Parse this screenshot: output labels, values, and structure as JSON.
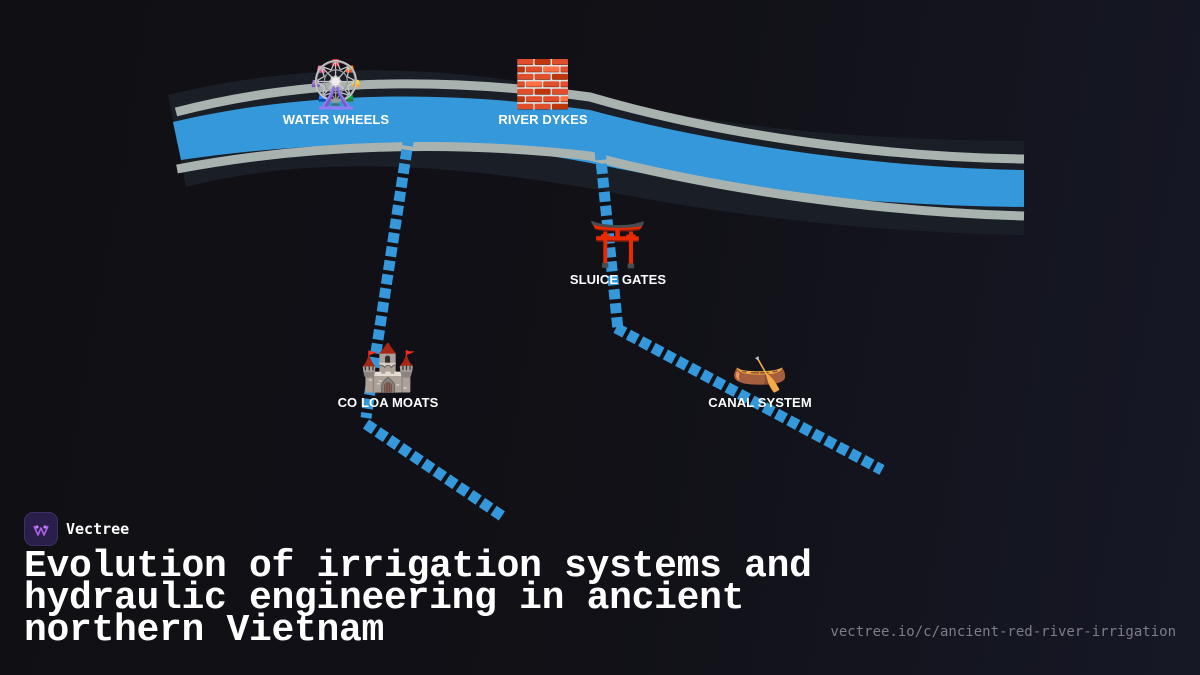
{
  "diagram": {
    "colors": {
      "river": "#3498db",
      "bank": "#a8b3b0",
      "channel": "#3498db",
      "background": "#0f0f14"
    },
    "nodes": [
      {
        "label": "WATER WHEELS",
        "icon": "🎡",
        "icon_name": "ferris-wheel-icon"
      },
      {
        "label": "RIVER DYKES",
        "icon": "🧱",
        "icon_name": "brick-icon"
      },
      {
        "label": "SLUICE GATES",
        "icon": "⛩️",
        "icon_name": "torii-gate-icon"
      },
      {
        "label": "CO LOA MOATS",
        "icon": "🏰",
        "icon_name": "castle-icon"
      },
      {
        "label": "CANAL SYSTEM",
        "icon": "🛶",
        "icon_name": "canoe-icon"
      }
    ]
  },
  "brand": {
    "name": "Vectree",
    "logo_icon": "vectree-logo-icon"
  },
  "title": "Evolution of irrigation systems and hydraulic engineering in ancient northern Vietnam",
  "source_url": "vectree.io/c/ancient-red-river-irrigation"
}
